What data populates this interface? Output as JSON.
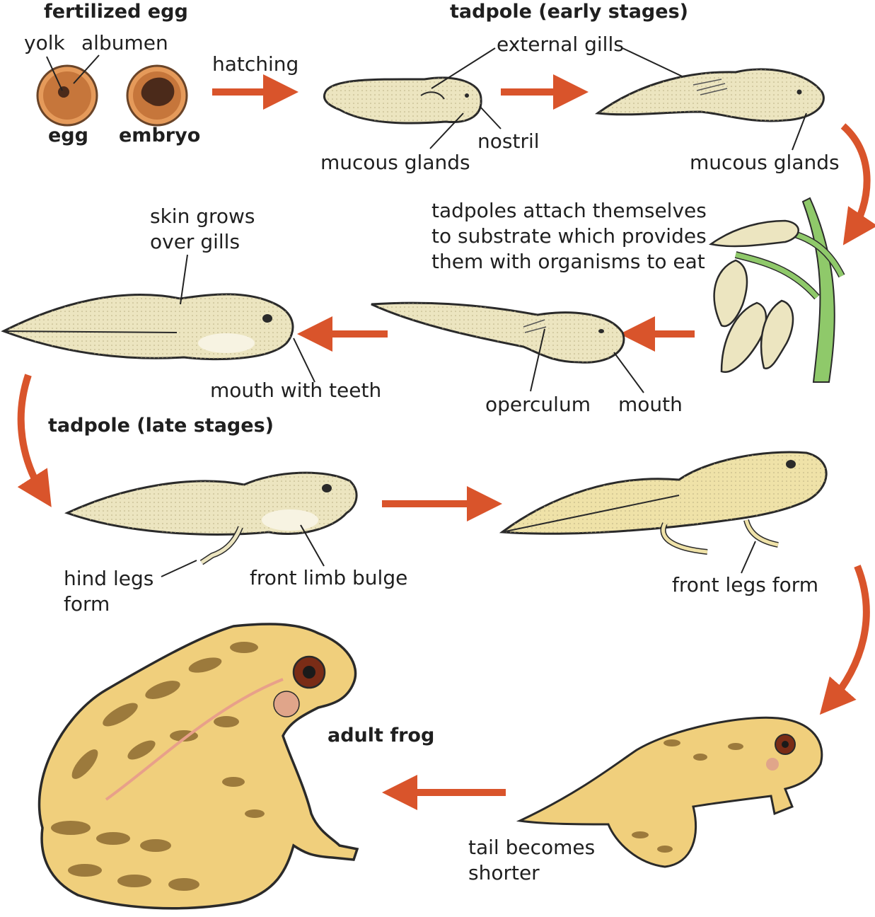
{
  "labels": {
    "fertilized_egg": "fertilized egg",
    "yolk": "yolk",
    "albumen": "albumen",
    "egg": "egg",
    "embryo": "embryo",
    "hatching": "hatching",
    "tadpole_early": "tadpole (early stages)",
    "external_gills": "external gills",
    "nostril": "nostril",
    "mucous_glands_1": "mucous glands",
    "mucous_glands_2": "mucous glands",
    "attach_text": "tadpoles attach themselves\nto substrate which provides\nthem with organisms to eat",
    "skin_grows": "skin grows\nover gills",
    "mouth_with_teeth": "mouth with teeth",
    "operculum": "operculum",
    "mouth": "mouth",
    "tadpole_late": "tadpole (late stages)",
    "hind_legs": "hind legs\nform",
    "front_limb_bulge": "front limb bulge",
    "front_legs_form": "front legs form",
    "adult_frog": "adult frog",
    "tail_shorter": "tail becomes\nshorter"
  },
  "colors": {
    "arrow": "#d9542b",
    "body": "#ece5c0",
    "body_stroke": "#2a2a2a",
    "frog_skin": "#f0cf7c",
    "frog_spots": "#9c7a3c",
    "plant": "#8fc96a",
    "egg_outer": "#e59a5a",
    "egg_inner": "#c6763b"
  }
}
